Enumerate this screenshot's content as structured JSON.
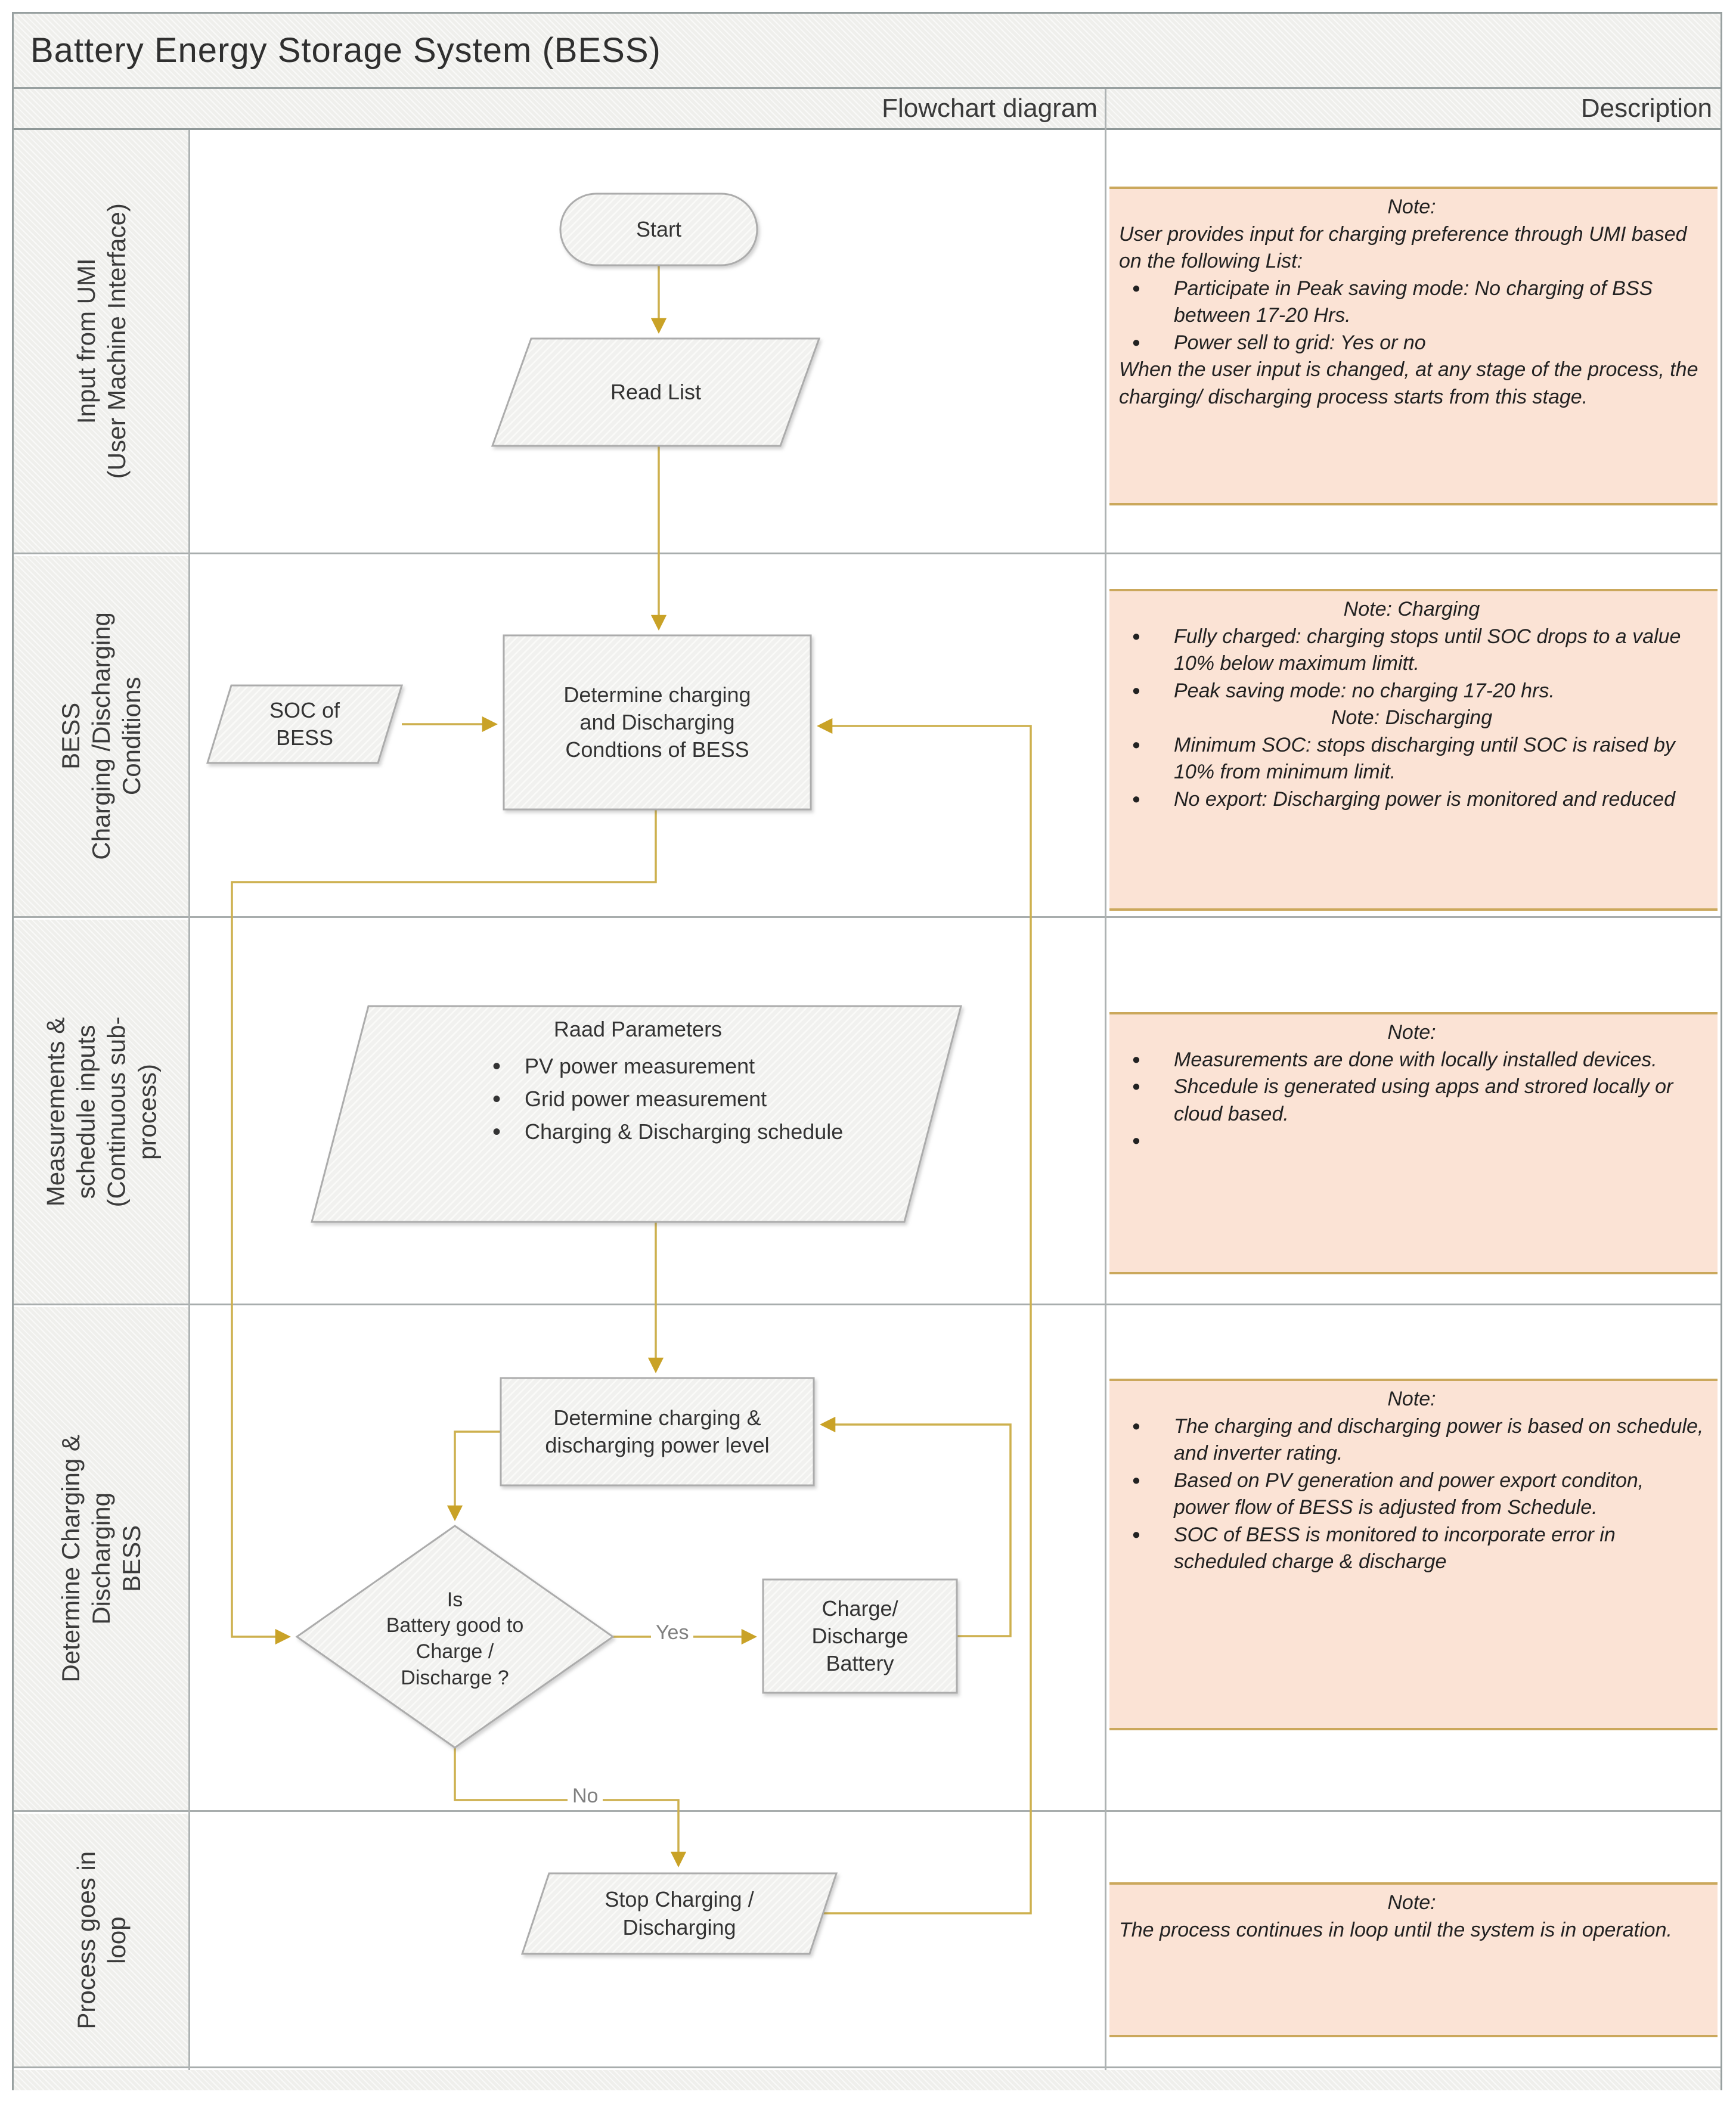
{
  "title": "Battery Energy Storage System (BESS)",
  "headers": {
    "flowchart": "Flowchart diagram",
    "description": "Description"
  },
  "lanes": [
    {
      "label": "Input from UMI\n(User Machine Interface)"
    },
    {
      "label": "BESS\nCharging /Discharging\nConditions"
    },
    {
      "label": "Measurements &\nschedule inputs\n(Continuous sub-\nprocess)"
    },
    {
      "label": "Determine Charging &\nDischarging\nBESS"
    },
    {
      "label": "Process goes in\nloop"
    }
  ],
  "flowchart": {
    "start_label": "Start",
    "read_list_label": "Read List",
    "soc_label": "SOC of\nBESS",
    "determine_conditions_label": "Determine charging\nand Discharging\nCondtions  of BESS",
    "read_parameters": {
      "title": "Raad Parameters",
      "items": [
        "PV power measurement",
        "Grid power measurement",
        "Charging & Discharging schedule"
      ]
    },
    "determine_power_label": "Determine charging  &\ndischarging  power level",
    "decision_label": "Is\nBattery good to\nCharge /\nDischarge ?",
    "charge_battery_label": "Charge/\nDischarge\nBattery",
    "stop_label": "Stop Charging /\nDischarging",
    "yes_label": "Yes",
    "no_label": "No"
  },
  "notes": [
    {
      "title": "Note:",
      "p1": "User provides input for charging preference through UMI based on the following List:",
      "bullets": [
        "Participate in Peak saving mode: No charging of BSS  between 17-20 Hrs.",
        "Power sell to grid: Yes or no"
      ],
      "p2": "When the user input is changed, at any stage of the process, the charging/ discharging process starts from this stage."
    },
    {
      "title": "Note: Charging",
      "bullets1": [
        "Fully charged: charging stops until SOC drops to a value 10% below maximum limitt.",
        "Peak saving mode: no charging 17-20 hrs."
      ],
      "subtitle": "Note: Discharging",
      "bullets2": [
        "Minimum SOC: stops discharging until SOC is raised by 10% from minimum limit.",
        "No export:  Discharging power is monitored and reduced"
      ]
    },
    {
      "title": "Note:",
      "bullets": [
        "Measurements are done with  locally installed devices.",
        "Shcedule is generated using apps and strored locally or cloud based.",
        ""
      ]
    },
    {
      "title": "Note:",
      "bullets": [
        "The charging and discharging power is  based on schedule, and  inverter rating.",
        "Based on PV generation and power export conditon, power flow of BESS is adjusted from Schedule.",
        "SOC of BESS is monitored to incorporate error in scheduled charge & discharge"
      ]
    },
    {
      "title": "Note:",
      "p1": "The process continues in loop until the system is in operation."
    }
  ],
  "colors": {
    "arrow": "#C9A227",
    "connector": "#CDB04E",
    "note_bg": "#FBE3D5",
    "note_border": "#CBA85C",
    "shape_fill": "#F1F1EF",
    "shape_border": "#ACACAC",
    "lane_bg": "#EFEFEC",
    "grid_border": "#98A0A0",
    "text": "#3B3B3B",
    "edge_label_gray": "#7F7F7F"
  }
}
